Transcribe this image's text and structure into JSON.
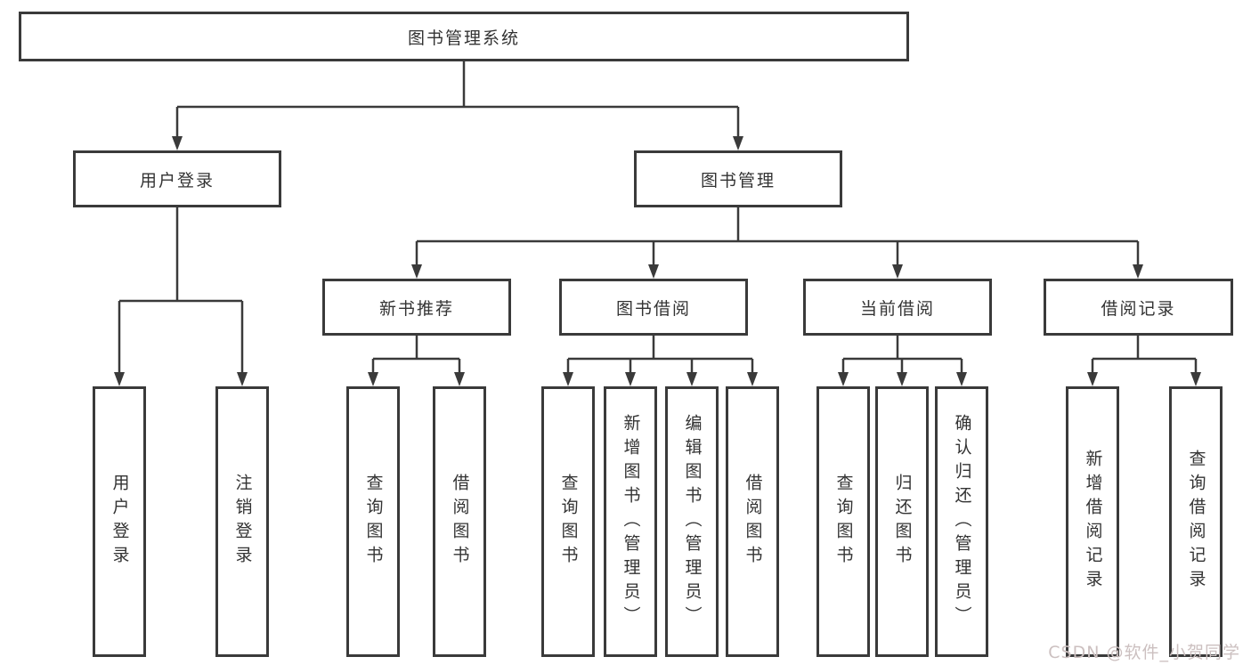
{
  "tree": {
    "root": "图书管理系统",
    "branches": [
      {
        "label": "用户登录",
        "children": [
          "用户登录",
          "注销登录"
        ]
      },
      {
        "label": "图书管理",
        "children": [
          {
            "label": "新书推荐",
            "children": [
              "查询图书",
              "借阅图书"
            ]
          },
          {
            "label": "图书借阅",
            "children": [
              "查询图书",
              "新增图书（管理员）",
              "编辑图书（管理员）",
              "借阅图书"
            ]
          },
          {
            "label": "当前借阅",
            "children": [
              "查询图书",
              "归还图书",
              "确认归还（管理员）"
            ]
          },
          {
            "label": "借阅记录",
            "children": [
              "新增借阅记录",
              "查询借阅记录"
            ]
          }
        ]
      }
    ]
  },
  "watermark": {
    "text": "CSDN @软件_小贺同学"
  },
  "colors": {
    "line": "#3a3a3a",
    "text": "#333333",
    "background": "#ffffff",
    "watermark": "#ccc0c0"
  }
}
